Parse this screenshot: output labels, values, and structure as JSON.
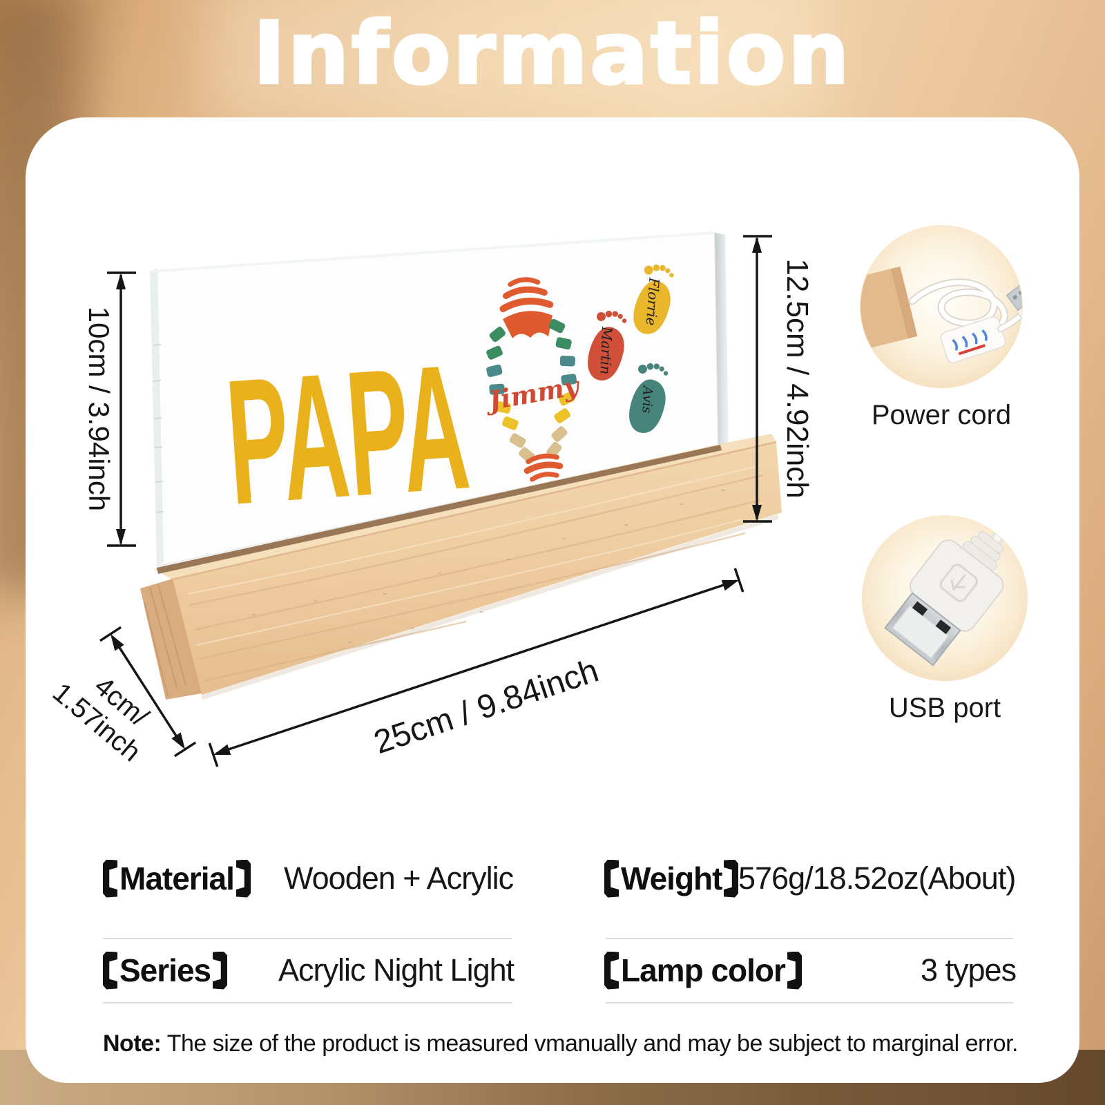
{
  "page": {
    "title": "Information"
  },
  "product_figure": {
    "plate_text": "PAPA",
    "boot_name": "Jimmy",
    "foot_names": [
      "Florrie",
      "Martin",
      "Avis"
    ],
    "dimensions": {
      "height_left": "10cm / 3.94inch",
      "height_right": "12.5cm / 4.92inch",
      "width": "25cm / 9.84inch",
      "depth_line1": "4cm/",
      "depth_line2": "1.57inch"
    }
  },
  "insets": [
    {
      "label": "Power cord"
    },
    {
      "label": "USB port"
    }
  ],
  "specs": [
    {
      "label": "Material",
      "value": "Wooden + Acrylic"
    },
    {
      "label": "Weight",
      "value": "576g/18.52oz(About)"
    },
    {
      "label": "Series",
      "value": "Acrylic Night Light"
    },
    {
      "label": "Lamp color",
      "value": "3 types"
    }
  ],
  "note": {
    "label": "Note:",
    "text": "The size of the product is measured vmanually and may be subject to marginal error."
  },
  "colors": {
    "papa_yellow": "#e9b11c",
    "name_red": "#d04a33",
    "foot_yellow": "#eab62c",
    "foot_red": "#cf4f38",
    "foot_teal": "#47857c",
    "boot_orange": "#e05a30",
    "dash_green": "#3c8c62",
    "dash_teal": "#4b8a8a",
    "dash_gold": "#ecc228",
    "dash_tan": "#d9bf8e",
    "wood": "#eccb9f"
  }
}
